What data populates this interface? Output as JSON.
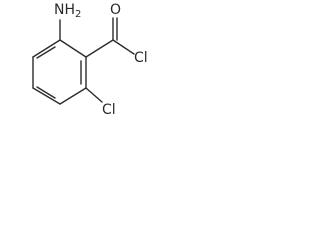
{
  "molecule": {
    "atoms": {
      "amino": "NH2",
      "amino_main": "NH",
      "amino_sub": "2",
      "oxygen": "O",
      "acyl_chlorine": "Cl",
      "ring_chlorine": "Cl"
    }
  }
}
